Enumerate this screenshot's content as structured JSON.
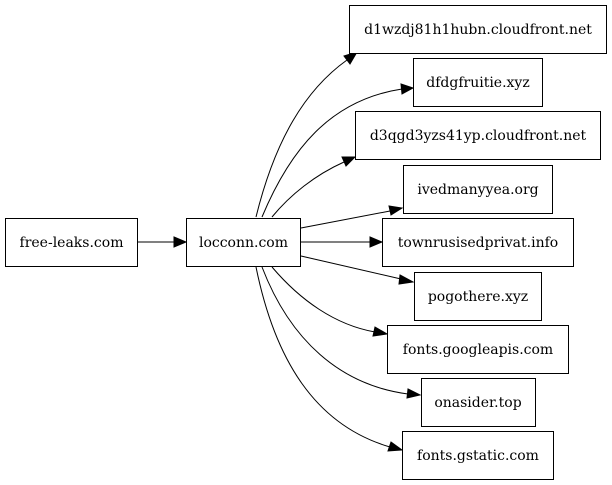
{
  "graph": {
    "nodes": {
      "free_leaks": "free-leaks.com",
      "locconn": "locconn.com",
      "cloudfront_1": "d1wzdj81h1hubn.cloudfront.net",
      "dfdgfruitie": "dfdgfruitie.xyz",
      "cloudfront_2": "d3qgd3yzs41yp.cloudfront.net",
      "ivedmanyyea": "ivedmanyyea.org",
      "townrusisedprivat": "townrusisedprivat.info",
      "pogothere": "pogothere.xyz",
      "fonts_googleapis": "fonts.googleapis.com",
      "onasider": "onasider.top",
      "fonts_gstatic": "fonts.gstatic.com"
    },
    "edges": [
      {
        "from": "free_leaks",
        "to": "locconn"
      },
      {
        "from": "locconn",
        "to": "cloudfront_1"
      },
      {
        "from": "locconn",
        "to": "dfdgfruitie"
      },
      {
        "from": "locconn",
        "to": "cloudfront_2"
      },
      {
        "from": "locconn",
        "to": "ivedmanyyea"
      },
      {
        "from": "locconn",
        "to": "townrusisedprivat"
      },
      {
        "from": "locconn",
        "to": "pogothere"
      },
      {
        "from": "locconn",
        "to": "fonts_googleapis"
      },
      {
        "from": "locconn",
        "to": "onasider"
      },
      {
        "from": "locconn",
        "to": "fonts_gstatic"
      }
    ]
  }
}
